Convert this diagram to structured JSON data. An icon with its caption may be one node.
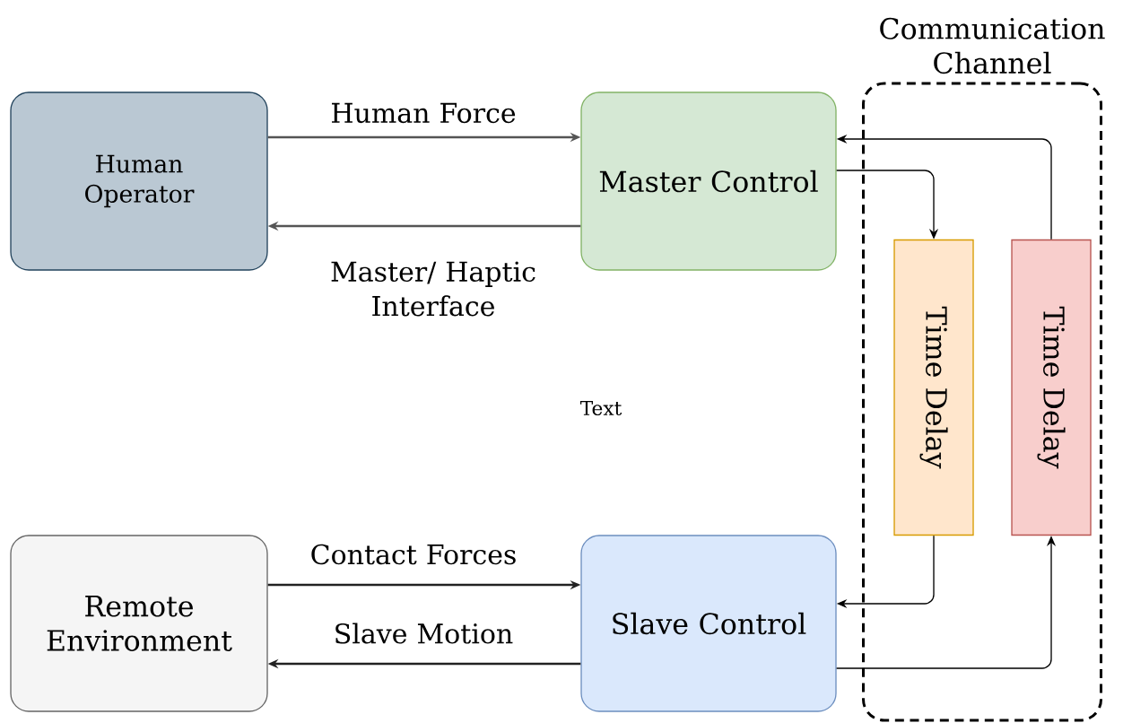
{
  "diagram": {
    "nodes": [
      {
        "text": [
          "Human Operator"
        ]
      },
      {
        "text": [
          "Master Control"
        ]
      },
      {
        "text": [
          "Communication Channel"
        ]
      },
      {
        "text": [
          "Time Delay"
        ],
        "in": 2
      },
      {
        "text": [
          "Time Delay"
        ],
        "in": 2
      },
      {
        "text": [
          "Remote Environment"
        ]
      },
      {
        "text": [
          "Slave Control"
        ]
      }
    ],
    "edges": [
      {
        "from": 0,
        "to": 1,
        "arrow": "to",
        "label": "Human Force"
      },
      {
        "from": 1,
        "to": 0,
        "arrow": "to",
        "label": "Master/ Haptic Interface"
      },
      {
        "from": 1,
        "to": 3,
        "arrow": "to"
      },
      {
        "from": 4,
        "to": 1,
        "arrow": "to"
      },
      {
        "from": 3,
        "to": 6,
        "arrow": "to"
      },
      {
        "from": 6,
        "to": 4,
        "arrow": "to"
      },
      {
        "from": 5,
        "to": 6,
        "arrow": "to",
        "label": "Contact Forces"
      },
      {
        "from": 6,
        "to": 5,
        "arrow": "to",
        "label": "Slave Motion"
      }
    ],
    "labels": [
      "Text"
    ]
  }
}
